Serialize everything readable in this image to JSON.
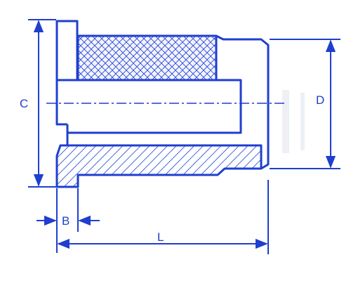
{
  "drawing": {
    "dimensions": [
      {
        "label": "C"
      },
      {
        "label": "D"
      },
      {
        "label": "B"
      },
      {
        "label": "L"
      }
    ]
  },
  "colors": {
    "line": "#1f3fd0",
    "background": "#ffffff",
    "knurl_fill": "#f2f3ff"
  }
}
